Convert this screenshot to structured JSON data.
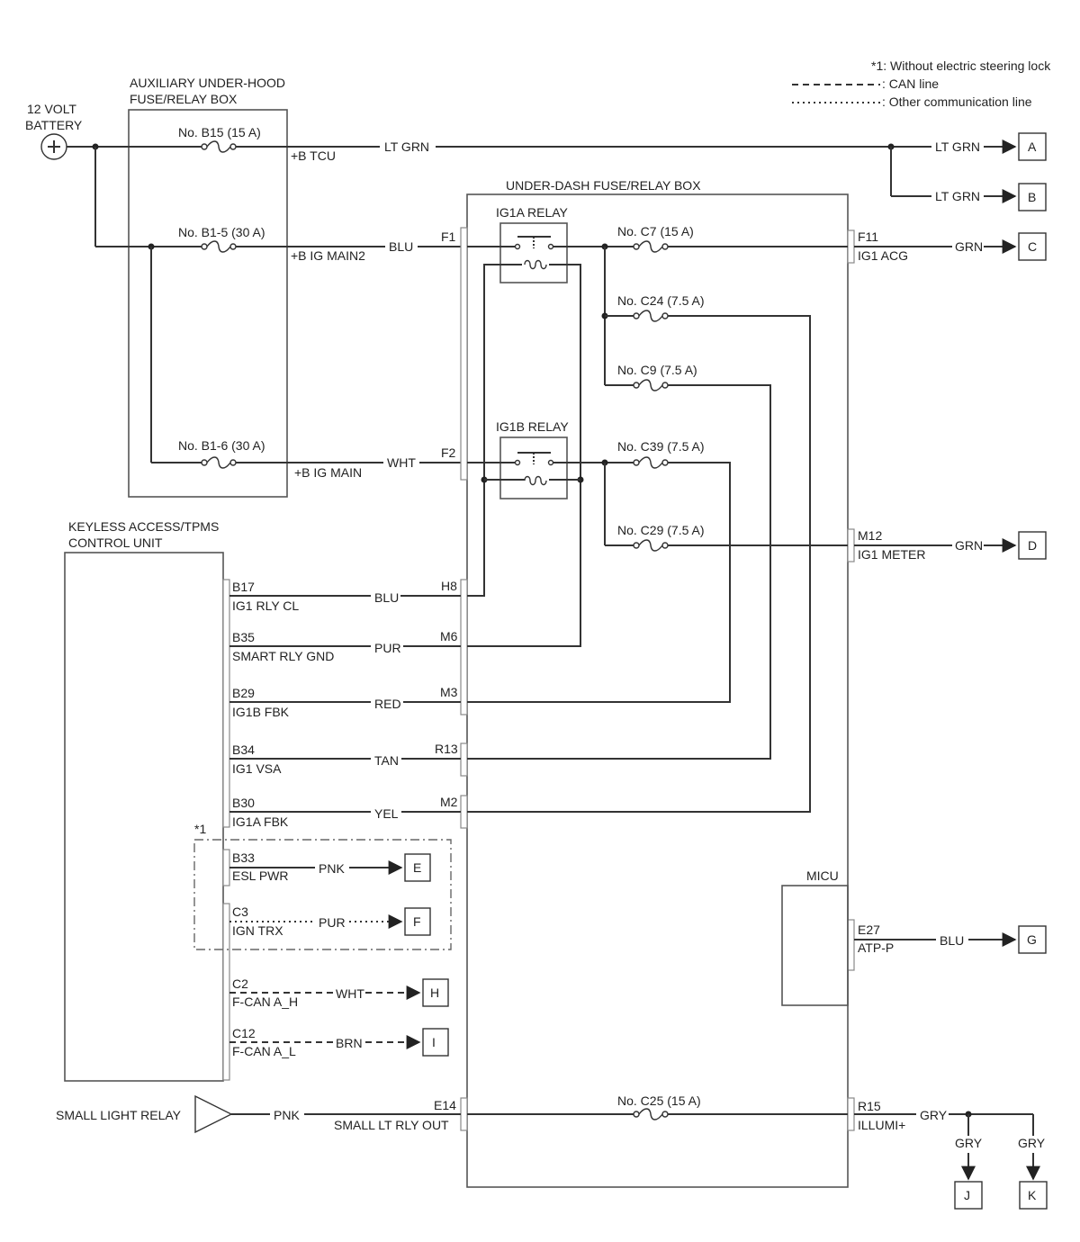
{
  "legend": {
    "note1": "*1: Without electric steering lock",
    "can_line": ": CAN line",
    "other_line": ": Other communication line"
  },
  "battery": {
    "line1": "12 VOLT",
    "line2": "BATTERY"
  },
  "aux_box": {
    "title1": "AUXILIARY UNDER-HOOD",
    "title2": "FUSE/RELAY BOX",
    "fuse_b15": "No. B15 (15 A)",
    "fuse_b15_out": "+B TCU",
    "fuse_b15_wire": "LT GRN",
    "fuse_b1_5": "No. B1-5 (30 A)",
    "fuse_b1_5_out": "+B IG MAIN2",
    "fuse_b1_5_wire": "BLU",
    "fuse_b1_6": "No. B1-6 (30 A)",
    "fuse_b1_6_out": "+B IG MAIN",
    "fuse_b1_6_wire": "WHT"
  },
  "underdash": {
    "title": "UNDER-DASH FUSE/RELAY BOX",
    "ig1a_relay": "IG1A RELAY",
    "ig1b_relay": "IG1B RELAY",
    "pins": {
      "f1": "F1",
      "f2": "F2",
      "h8": "H8",
      "m6": "M6",
      "m3": "M3",
      "r13": "R13",
      "m2": "M2",
      "e14": "E14"
    },
    "fuse_c7": "No. C7 (15 A)",
    "fuse_c24": "No. C24 (7.5 A)",
    "fuse_c9": "No. C9 (7.5 A)",
    "fuse_c39": "No. C39 (7.5 A)",
    "fuse_c29": "No. C29 (7.5 A)",
    "fuse_c25": "No. C25 (15 A)",
    "f11": "F11",
    "f11_name": "IG1 ACG",
    "m12": "M12",
    "m12_name": "IG1 METER",
    "r15": "R15",
    "r15_name": "ILLUMI+",
    "e14_name": "SMALL LT RLY OUT",
    "micu": "MICU",
    "e27": "E27",
    "e27_name": "ATP-P"
  },
  "keyless": {
    "title1": "KEYLESS ACCESS/TPMS",
    "title2": "CONTROL UNIT",
    "note_marker": "*1",
    "pins": [
      {
        "pin": "B17",
        "name": "IG1 RLY CL",
        "wire": "BLU"
      },
      {
        "pin": "B35",
        "name": "SMART RLY GND",
        "wire": "PUR"
      },
      {
        "pin": "B29",
        "name": "IG1B FBK",
        "wire": "RED"
      },
      {
        "pin": "B34",
        "name": "IG1 VSA",
        "wire": "TAN"
      },
      {
        "pin": "B30",
        "name": "IG1A FBK",
        "wire": "YEL"
      },
      {
        "pin": "B33",
        "name": "ESL PWR",
        "wire": "PNK"
      },
      {
        "pin": "C3",
        "name": "IGN TRX",
        "wire": "PUR"
      },
      {
        "pin": "C2",
        "name": "F-CAN A_H",
        "wire": "WHT"
      },
      {
        "pin": "C12",
        "name": "F-CAN A_L",
        "wire": "BRN"
      }
    ]
  },
  "small_light": {
    "label": "SMALL LIGHT RELAY",
    "wire": "PNK"
  },
  "outputs": {
    "a_wire": "LT GRN",
    "a": "A",
    "b_wire": "LT GRN",
    "b": "B",
    "c_wire": "GRN",
    "c": "C",
    "d_wire": "GRN",
    "d": "D",
    "e": "E",
    "f": "F",
    "h": "H",
    "i": "I",
    "g_wire": "BLU",
    "g": "G",
    "r15_wire": "GRY",
    "j_wire": "GRY",
    "j": "J",
    "k_wire": "GRY",
    "k": "K"
  }
}
